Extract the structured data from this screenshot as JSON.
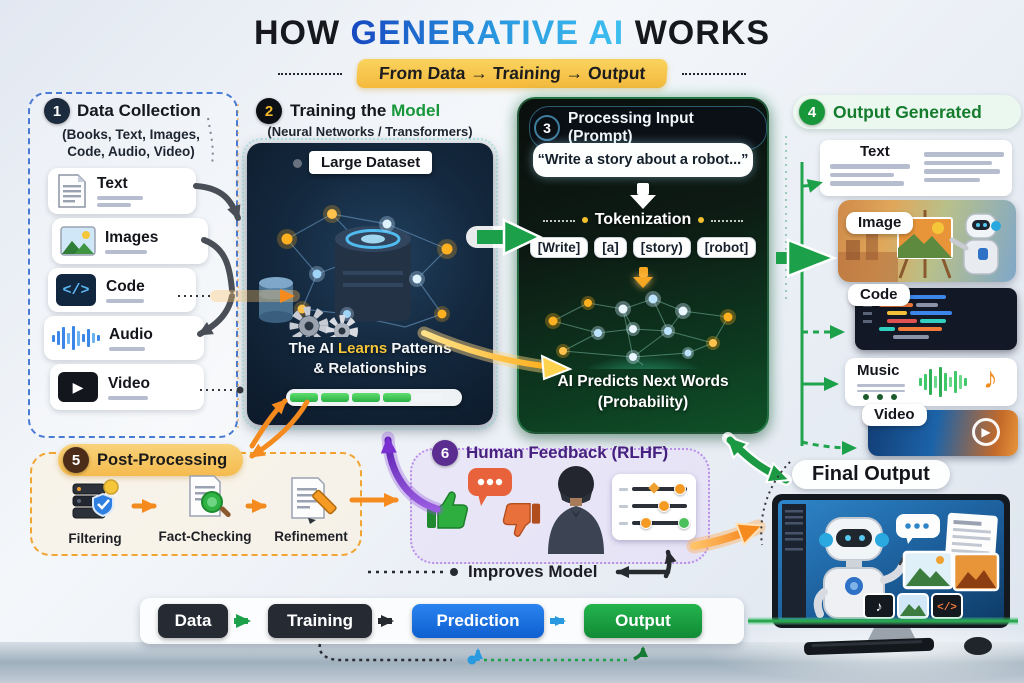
{
  "header": {
    "title_pre": "HOW",
    "title_highlight": "GENERATIVE AI",
    "title_post": "WORKS",
    "subtitle": "From Data → Training → Output"
  },
  "s1": {
    "num": "1",
    "title": "Data Collection",
    "subtitle1": "(Books, Text, Images,",
    "subtitle2": "Code, Audio, Video)",
    "items": [
      {
        "label": "Text"
      },
      {
        "label": "Images"
      },
      {
        "label": "Code"
      },
      {
        "label": "Audio"
      },
      {
        "label": "Video"
      }
    ]
  },
  "s2": {
    "num": "2",
    "title_a": "Training the",
    "title_b": "Model",
    "subtitle": "(Neural Networks / Transformers)",
    "dataset": "Large Dataset",
    "cap_a": "The AI",
    "cap_b": "Learns",
    "cap_c": "Patterns",
    "cap_d": "& Relationships"
  },
  "s3": {
    "num": "3",
    "title": "Processing Input (Prompt)",
    "prompt": "“Write a story about a robot...”",
    "token_title": "Tokenization",
    "tokens": [
      "[Write]",
      "[a]",
      "[story)",
      "[robot]"
    ],
    "cap1": "AI Predicts Next Words",
    "cap2": "(Probability)"
  },
  "s4": {
    "num": "4",
    "title": "Output Generated",
    "items": [
      {
        "label": "Text"
      },
      {
        "label": "Image"
      },
      {
        "label": "Code"
      },
      {
        "label": "Music"
      },
      {
        "label": "Video"
      }
    ]
  },
  "s5": {
    "num": "5",
    "title": "Post-Processing",
    "items": [
      {
        "label": "Filtering"
      },
      {
        "label": "Fact-Checking"
      },
      {
        "label": "Refinement"
      }
    ]
  },
  "s6": {
    "num": "6",
    "title": "Human Feedback (RLHF)",
    "note_a": "Improves",
    "note_b": "Model"
  },
  "final": {
    "title": "Final Output"
  },
  "flow": {
    "steps": [
      {
        "label": "Data"
      },
      {
        "label": "Training"
      },
      {
        "label": "Prediction"
      },
      {
        "label": "Output"
      }
    ]
  },
  "icons": {
    "code_glyph": "</>",
    "music_note": "♪",
    "play": "▶"
  },
  "colors": {
    "title_blue_dark": "#1747c0",
    "title_blue_light": "#3fc0f0",
    "banner_yellow": "#f7c843",
    "green": "#18a23d",
    "orange": "#f08a1d",
    "purple": "#6a2fb8",
    "flow_blue": "#1769e0",
    "flow_dark": "#262b33",
    "flow_green": "#18a33c"
  }
}
